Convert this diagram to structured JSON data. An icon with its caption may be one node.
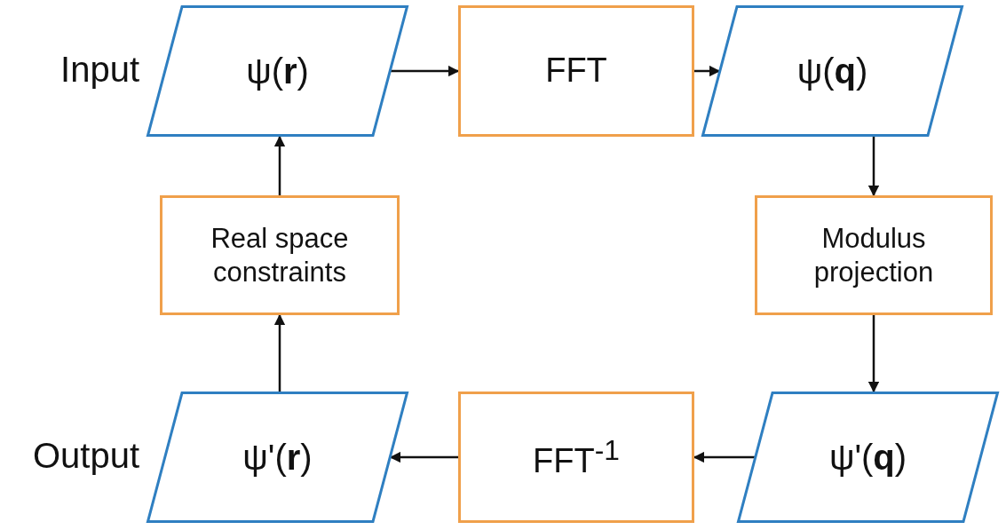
{
  "diagram": {
    "nodes": [
      {
        "text": [
          "ψ(**r**)"
        ],
        "beside": [
          "Input"
        ]
      },
      {
        "text": [
          "FFT"
        ]
      },
      {
        "text": [
          "ψ(**q**)"
        ]
      },
      {
        "text": [
          "Real space constraints"
        ]
      },
      {
        "text": [
          "Modulus projection"
        ]
      },
      {
        "text": [
          "ψ'(**r**)"
        ],
        "beside": [
          "Output"
        ]
      },
      {
        "text": [
          "FFT$^{-1}$"
        ]
      },
      {
        "text": [
          "ψ'(**q**)"
        ]
      }
    ],
    "edges": [
      {
        "from": 0,
        "to": 1,
        "arrow": "to"
      },
      {
        "from": 1,
        "to": 2,
        "arrow": "to"
      },
      {
        "from": 2,
        "to": 4,
        "arrow": "to"
      },
      {
        "from": 4,
        "to": 7,
        "arrow": "to"
      },
      {
        "from": 7,
        "to": 6,
        "arrow": "to"
      },
      {
        "from": 6,
        "to": 5,
        "arrow": "to"
      },
      {
        "from": 5,
        "to": 3,
        "arrow": "to"
      },
      {
        "from": 3,
        "to": 0,
        "arrow": "to"
      }
    ]
  }
}
